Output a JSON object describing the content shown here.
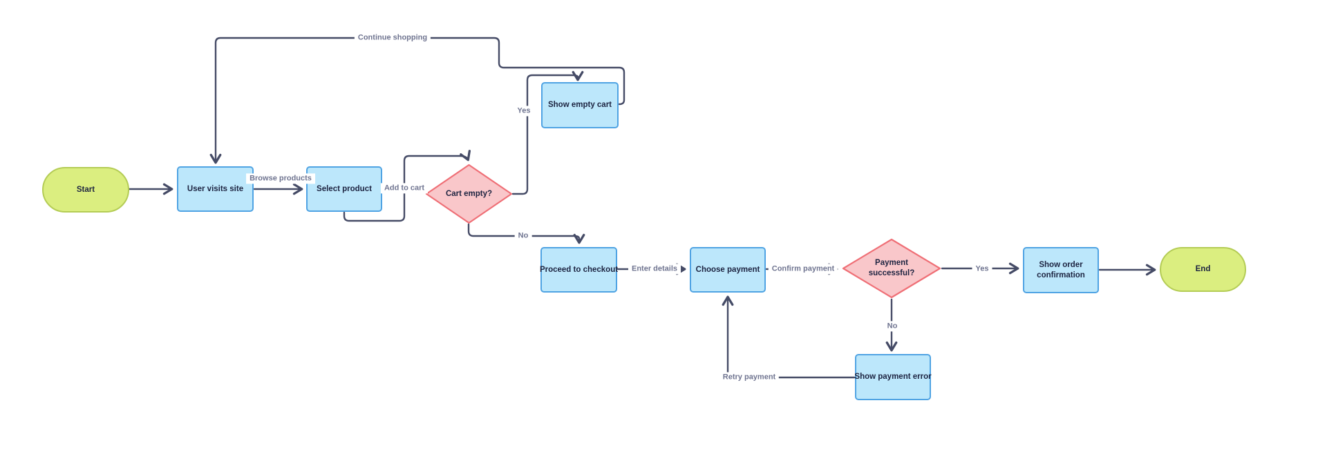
{
  "diagram": {
    "type": "flowchart",
    "direction": "left-to-right",
    "nodes": {
      "start": {
        "label": "Start",
        "shape": "stadium"
      },
      "user_visits_site": {
        "label": "User visits site",
        "shape": "process"
      },
      "select_product": {
        "label": "Select product",
        "shape": "process"
      },
      "cart_empty": {
        "label": "Cart empty?",
        "shape": "decision"
      },
      "show_empty_cart": {
        "label": "Show empty cart",
        "shape": "process"
      },
      "proceed_to_checkout": {
        "label": "Proceed to checkout",
        "shape": "process"
      },
      "choose_payment": {
        "label": "Choose payment",
        "shape": "process"
      },
      "payment_successful": {
        "label": "Payment successful?",
        "shape": "decision"
      },
      "show_order_confirmation": {
        "label": "Show order confirmation",
        "shape": "process"
      },
      "end": {
        "label": "End",
        "shape": "stadium"
      },
      "show_payment_error": {
        "label": "Show payment error",
        "shape": "process"
      }
    },
    "edge_labels": {
      "browse_products": "Browse products",
      "add_to_cart": "Add to cart",
      "cart_empty_yes": "Yes",
      "continue_shopping": "Continue shopping",
      "cart_empty_no": "No",
      "enter_details": "Enter details",
      "confirm_payment": "Confirm payment",
      "payment_yes": "Yes",
      "payment_no": "No",
      "retry_payment": "Retry payment"
    },
    "edges": [
      {
        "from": "Start",
        "to": "User visits site",
        "label": ""
      },
      {
        "from": "User visits site",
        "to": "Select product",
        "label": "Browse products"
      },
      {
        "from": "Select product",
        "to": "Cart empty?",
        "label": "Add to cart"
      },
      {
        "from": "Cart empty?",
        "to": "Show empty cart",
        "label": "Yes"
      },
      {
        "from": "Show empty cart",
        "to": "User visits site",
        "label": "Continue shopping"
      },
      {
        "from": "Cart empty?",
        "to": "Proceed to checkout",
        "label": "No"
      },
      {
        "from": "Proceed to checkout",
        "to": "Choose payment",
        "label": "Enter details"
      },
      {
        "from": "Choose payment",
        "to": "Payment successful?",
        "label": "Confirm payment"
      },
      {
        "from": "Payment successful?",
        "to": "Show order confirmation",
        "label": "Yes"
      },
      {
        "from": "Show order confirmation",
        "to": "End",
        "label": ""
      },
      {
        "from": "Payment successful?",
        "to": "Show payment error",
        "label": "No"
      },
      {
        "from": "Show payment error",
        "to": "Choose payment",
        "label": "Retry payment"
      }
    ],
    "colors": {
      "background": "#FFFFFF",
      "process_fill": "#BCE7FB",
      "process_border": "#4FA3E3",
      "decision_fill": "#F9C7CA",
      "decision_border": "#EF6F76",
      "terminal_fill": "#DBEE80",
      "terminal_border": "#B4CC55",
      "edge_line": "#454B66",
      "edge_label_text": "#6F7490",
      "node_text": "#1C2340"
    }
  }
}
